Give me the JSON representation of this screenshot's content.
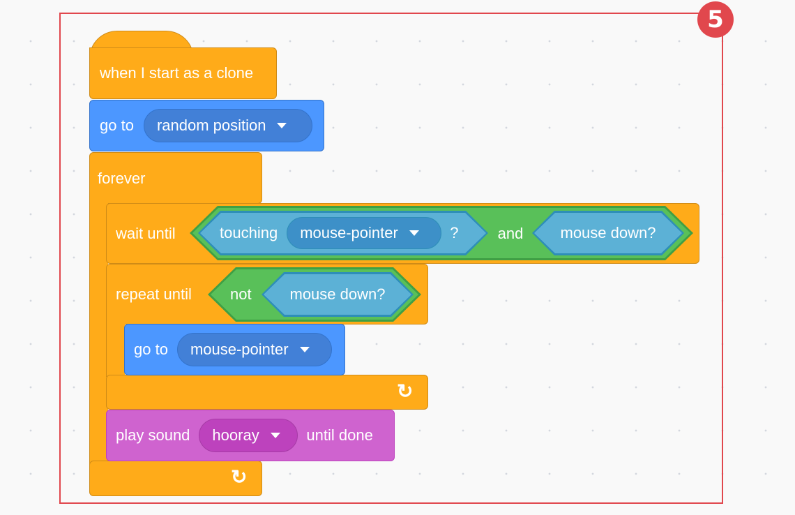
{
  "badge": {
    "number": "5"
  },
  "script": {
    "hat": {
      "label": "when I start as a clone"
    },
    "goto_random": {
      "label": "go to",
      "target": "random position"
    },
    "forever": {
      "label": "forever"
    },
    "wait_until": {
      "label": "wait until",
      "touching_label": "touching",
      "touching_target": "mouse-pointer",
      "question": "?",
      "and_label": "and",
      "mouse_down": "mouse down?"
    },
    "repeat_until": {
      "label": "repeat until",
      "not_label": "not",
      "mouse_down": "mouse down?"
    },
    "goto_mouse": {
      "label": "go to",
      "target": "mouse-pointer"
    },
    "play_sound": {
      "label": "play sound",
      "sound": "hooray",
      "suffix": "until done"
    }
  },
  "icons": {
    "loop": "loop-arrow-icon",
    "dropdown": "dropdown-triangle-icon"
  },
  "colors": {
    "control": "#ffab19",
    "motion": "#4c97ff",
    "sound": "#cf63cf",
    "operators": "#59c059",
    "sensing": "#5cb1d6",
    "highlight": "#e1474d"
  }
}
